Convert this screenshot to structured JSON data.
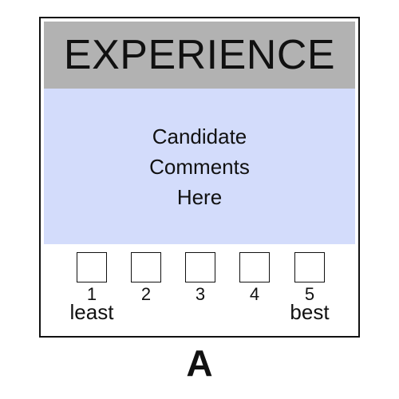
{
  "card": {
    "title": "EXPERIENCE",
    "comments": [
      "Candidate",
      "Comments",
      "Here"
    ],
    "rating": {
      "options": [
        {
          "number": "1",
          "caption": "least"
        },
        {
          "number": "2",
          "caption": ""
        },
        {
          "number": "3",
          "caption": ""
        },
        {
          "number": "4",
          "caption": ""
        },
        {
          "number": "5",
          "caption": "best"
        }
      ]
    }
  },
  "grade_label": "A",
  "colors": {
    "header_bg": "#b2b2b2",
    "comments_bg": "#d3dcfb",
    "border": "#111111"
  }
}
